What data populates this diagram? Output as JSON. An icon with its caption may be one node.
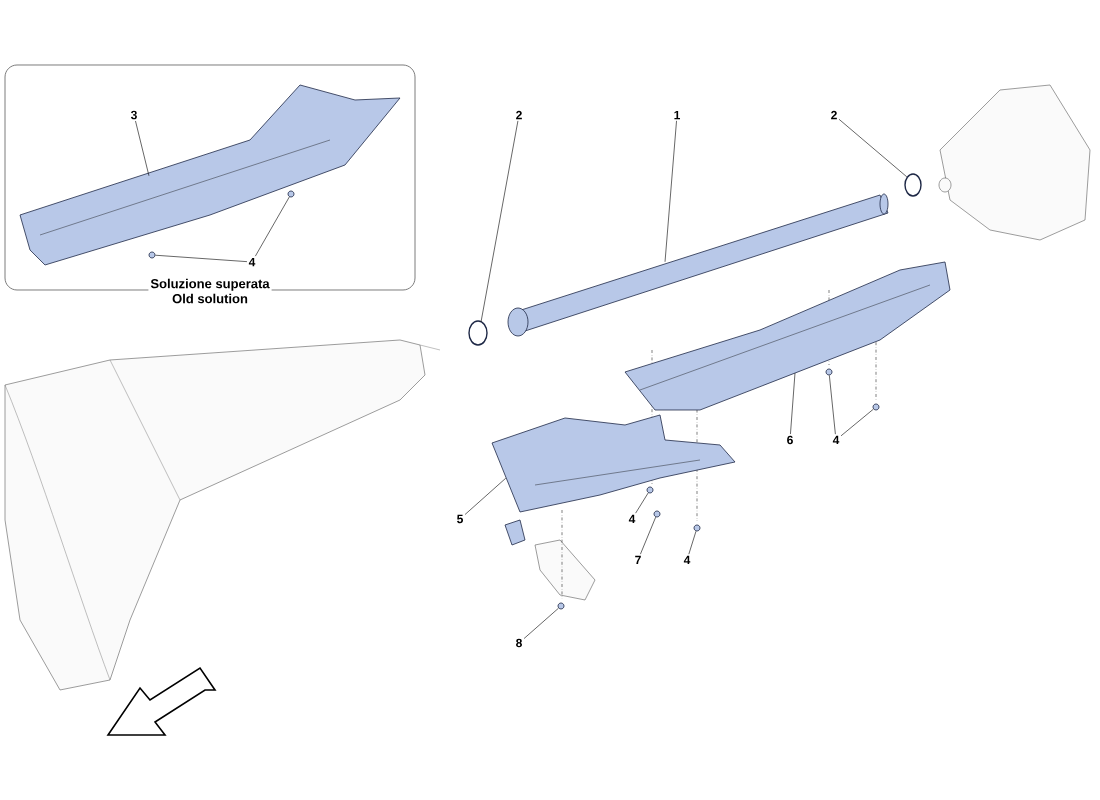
{
  "diagram": {
    "nodes": [
      {
        "text": [
          "Soluzione superata",
          "Old solution"
        ]
      },
      {
        "text": [
          "3"
        ],
        "in": 0
      },
      {
        "text": [
          "4"
        ],
        "in": 0
      },
      {
        "text": [
          "2"
        ]
      },
      {
        "text": [
          "1"
        ]
      },
      {
        "text": [
          "2"
        ]
      },
      {
        "text": [
          "6"
        ]
      },
      {
        "text": [
          "4"
        ]
      },
      {
        "text": [
          "5"
        ]
      },
      {
        "text": [
          "4"
        ]
      },
      {
        "text": [
          "7"
        ]
      },
      {
        "text": [
          "4"
        ]
      },
      {
        "text": [
          "8"
        ]
      },
      {
        "text": [],
        "shape": "circle",
        "in": 0
      },
      {
        "text": [],
        "shape": "circle",
        "in": 0
      },
      {
        "text": [],
        "shape": "circle"
      },
      {
        "text": [],
        "shape": "circle"
      },
      {
        "text": [],
        "shape": "circle"
      },
      {
        "text": [],
        "shape": "circle"
      },
      {
        "text": [],
        "shape": "circle"
      },
      {
        "text": [],
        "shape": "circle"
      },
      {
        "text": [],
        "shape": "picture",
        "in": 0
      },
      {
        "text": [],
        "shape": "circle"
      },
      {
        "text": [],
        "shape": "picture"
      },
      {
        "text": [],
        "shape": "circle"
      },
      {
        "text": [],
        "shape": "picture"
      },
      {
        "text": [],
        "shape": "picture"
      }
    ],
    "edges": [
      {
        "from": 1,
        "to": 21,
        "arrow": "none"
      },
      {
        "from": 2,
        "to": 13,
        "arrow": "none"
      },
      {
        "from": 2,
        "to": 14,
        "arrow": "none"
      },
      {
        "from": 3,
        "to": 22,
        "arrow": "none"
      },
      {
        "from": 4,
        "to": 23,
        "arrow": "none"
      },
      {
        "from": 5,
        "to": 24,
        "arrow": "none"
      },
      {
        "from": 6,
        "to": 25,
        "arrow": "none"
      },
      {
        "from": 7,
        "to": 15,
        "arrow": "none"
      },
      {
        "from": 7,
        "to": 16,
        "arrow": "none"
      },
      {
        "from": 8,
        "to": 26,
        "arrow": "none"
      },
      {
        "from": 9,
        "to": 17,
        "arrow": "none"
      },
      {
        "from": 10,
        "to": 18,
        "arrow": "none"
      },
      {
        "from": 11,
        "to": 19,
        "arrow": "none"
      },
      {
        "from": 12,
        "to": 20,
        "arrow": "none"
      }
    ]
  }
}
